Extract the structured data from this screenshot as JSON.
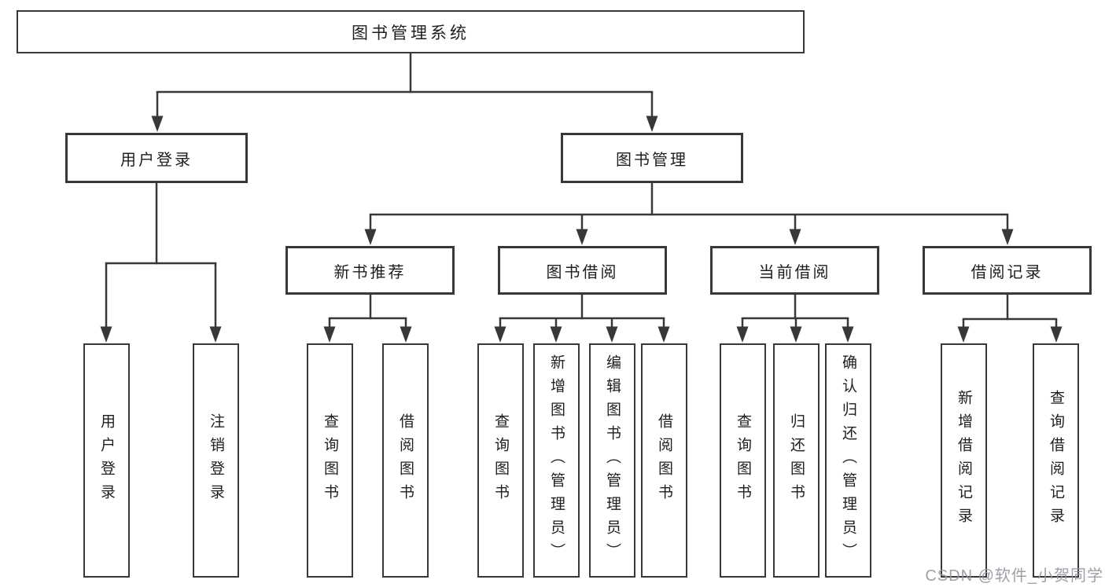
{
  "tree": {
    "label": "图书管理系统",
    "children": [
      {
        "label": "用户登录",
        "children": [
          {
            "label": "用户登录"
          },
          {
            "label": "注销登录"
          }
        ]
      },
      {
        "label": "图书管理",
        "children": [
          {
            "label": "新书推荐",
            "children": [
              {
                "label": "查询图书"
              },
              {
                "label": "借阅图书"
              }
            ]
          },
          {
            "label": "图书借阅",
            "children": [
              {
                "label": "查询图书"
              },
              {
                "label": "新增图书（管理员）"
              },
              {
                "label": "编辑图书（管理员）"
              },
              {
                "label": "借阅图书"
              }
            ]
          },
          {
            "label": "当前借阅",
            "children": [
              {
                "label": "查询图书"
              },
              {
                "label": "归还图书"
              },
              {
                "label": "确认归还（管理员）"
              }
            ]
          },
          {
            "label": "借阅记录",
            "children": [
              {
                "label": "新增借阅记录"
              },
              {
                "label": "查询借阅记录"
              }
            ]
          }
        ]
      }
    ]
  },
  "watermark": {
    "text": "CSDN @软件_小贺同学"
  },
  "colors": {
    "line": "#383838",
    "text": "#1e1e1e",
    "watermark": "#9498a0",
    "background": "#ffffff"
  }
}
